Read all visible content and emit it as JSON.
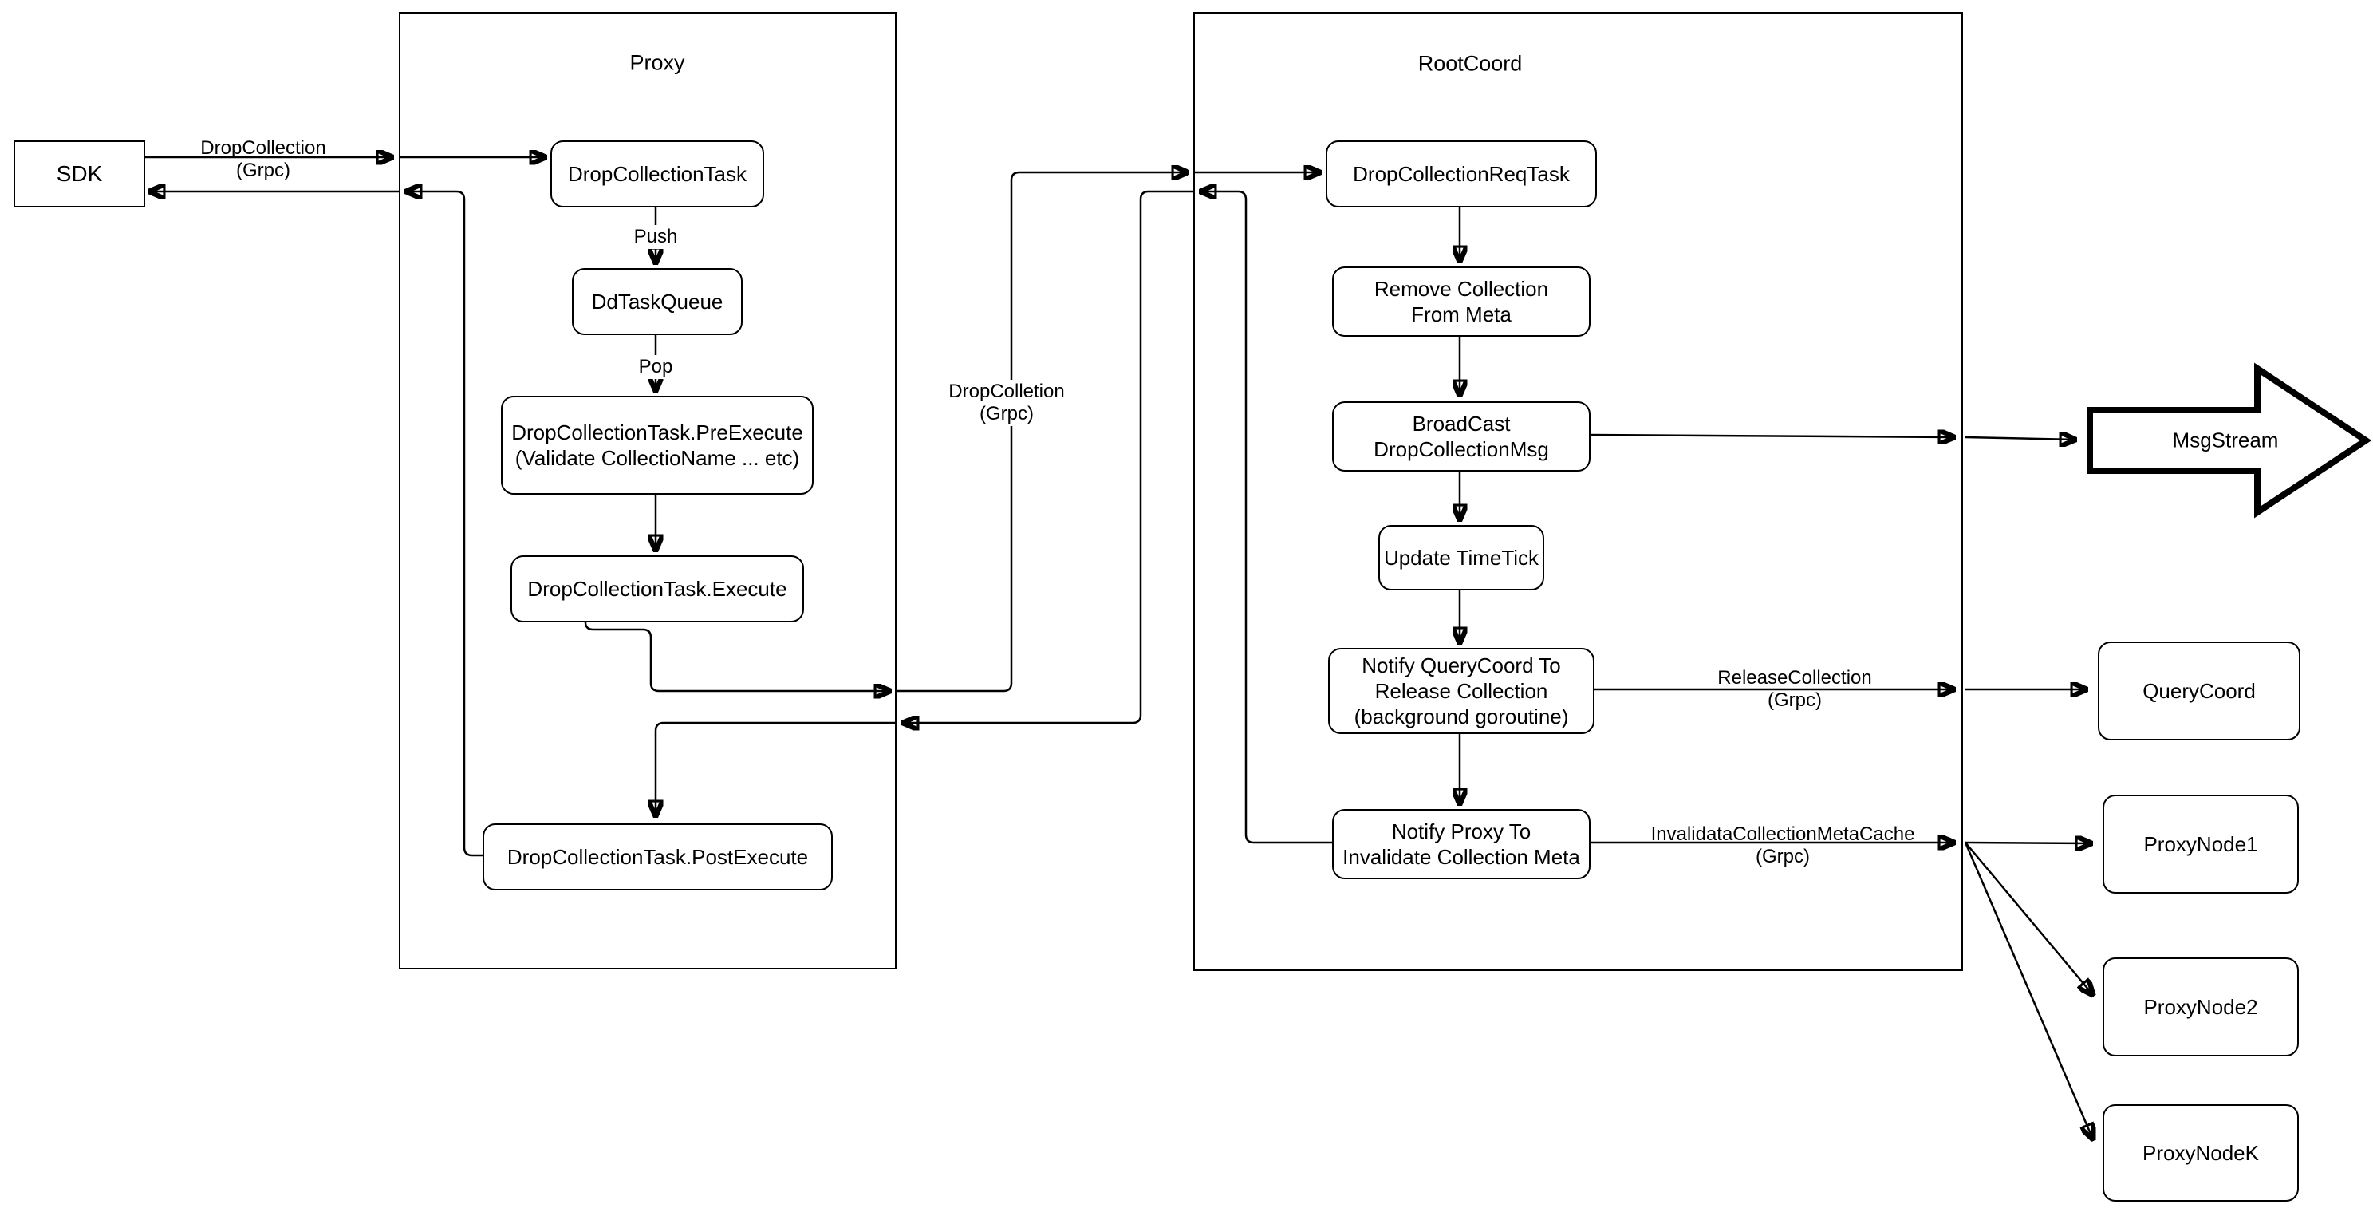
{
  "diagram": {
    "background_color": "#ffffff",
    "line_color": "#000000",
    "text_color": "#000000"
  },
  "containers": {
    "proxy": {
      "title": "Proxy"
    },
    "rootcoord": {
      "title": "RootCoord"
    }
  },
  "nodes": {
    "sdk": {
      "label": "SDK"
    },
    "drop_collection_task": {
      "label": "DropCollectionTask"
    },
    "dd_task_queue": {
      "label": "DdTaskQueue"
    },
    "pre_execute": {
      "label": "DropCollectionTask.PreExecute\n(Validate CollectioName ... etc)"
    },
    "execute": {
      "label": "DropCollectionTask.Execute"
    },
    "post_execute": {
      "label": "DropCollectionTask.PostExecute"
    },
    "req_task": {
      "label": "DropCollectionReqTask"
    },
    "remove_meta": {
      "label": "Remove Collection\nFrom Meta"
    },
    "broadcast": {
      "label": "BroadCast\nDropCollectionMsg"
    },
    "update_timetick": {
      "label": "Update TimeTick"
    },
    "notify_querycoord": {
      "label": "Notify QueryCoord To\nRelease Collection\n(background goroutine)"
    },
    "notify_proxy": {
      "label": "Notify Proxy To\nInvalidate Collection Meta"
    },
    "msgstream": {
      "label": "MsgStream"
    },
    "querycoord": {
      "label": "QueryCoord"
    },
    "proxynode1": {
      "label": "ProxyNode1"
    },
    "proxynode2": {
      "label": "ProxyNode2"
    },
    "proxynodek": {
      "label": "ProxyNodeK"
    }
  },
  "edge_labels": {
    "sdk_grpc": "DropCollection\n(Grpc)",
    "push": "Push",
    "pop": "Pop",
    "mid_grpc": "DropColletion\n(Grpc)",
    "release_grpc": "ReleaseCollection\n(Grpc)",
    "invalidate_grpc": "InvalidataCollectionMetaCache\n(Grpc)"
  }
}
